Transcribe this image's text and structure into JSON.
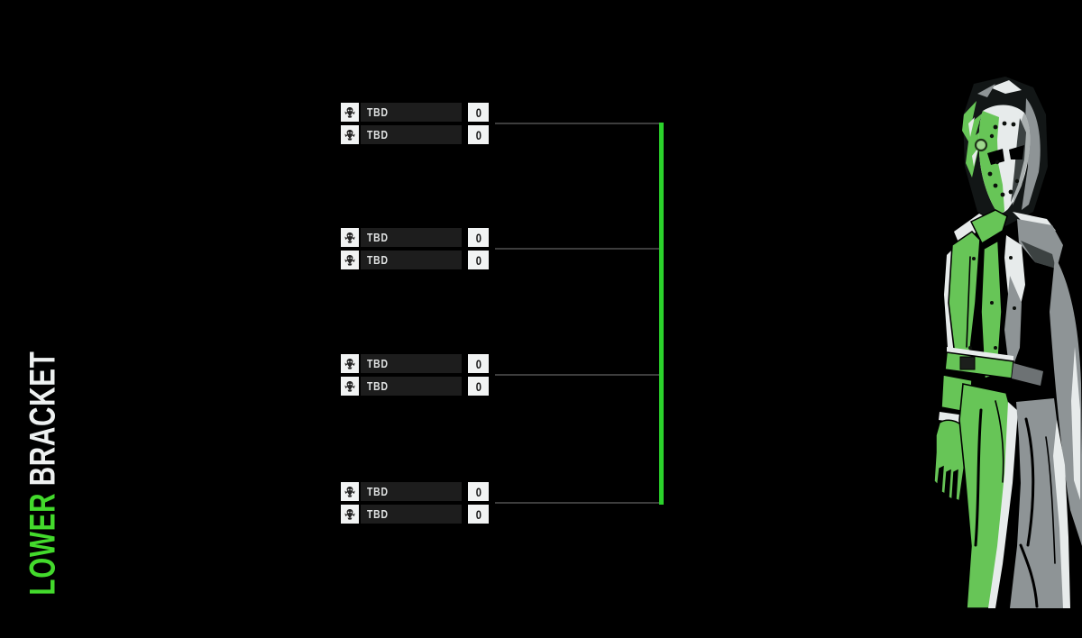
{
  "title": {
    "line_green": "LOWER",
    "line_white": "BRACKET"
  },
  "colors": {
    "background": "#000000",
    "accent-green": "#2bd32b",
    "title-green": "#43da2c",
    "row-bg": "#1d1d1d",
    "row-text": "#e2e4e4",
    "box-bg": "#f1f3f3",
    "box-text": "#161616",
    "connector": "#3d3d3d",
    "character-green": "#67c557",
    "character-gray": "#8e9496",
    "character-light": "#e7ebeb"
  },
  "bracket": {
    "matches": [
      {
        "teams": [
          {
            "logo": "skull-emblem-icon",
            "name": "TBD",
            "score": "0"
          },
          {
            "logo": "skull-emblem-icon",
            "name": "TBD",
            "score": "0"
          }
        ]
      },
      {
        "teams": [
          {
            "logo": "skull-emblem-icon",
            "name": "TBD",
            "score": "0"
          },
          {
            "logo": "skull-emblem-icon",
            "name": "TBD",
            "score": "0"
          }
        ]
      },
      {
        "teams": [
          {
            "logo": "skull-emblem-icon",
            "name": "TBD",
            "score": "0"
          },
          {
            "logo": "skull-emblem-icon",
            "name": "TBD",
            "score": "0"
          }
        ]
      },
      {
        "teams": [
          {
            "logo": "skull-emblem-icon",
            "name": "TBD",
            "score": "0"
          },
          {
            "logo": "skull-emblem-icon",
            "name": "TBD",
            "score": "0"
          }
        ]
      }
    ]
  },
  "art": {
    "name": "masked-character-illustration"
  }
}
